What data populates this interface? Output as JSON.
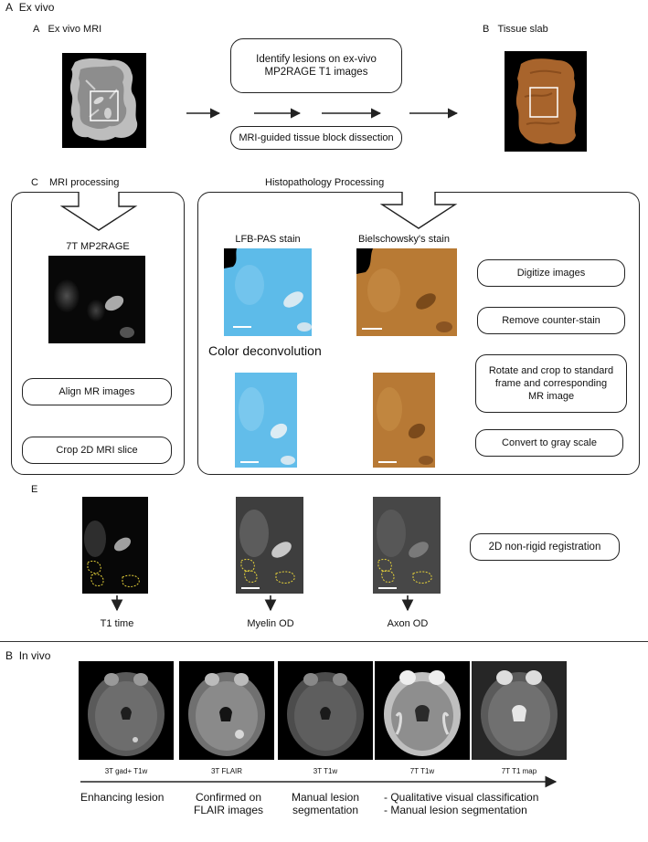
{
  "section_a": {
    "letter": "A",
    "title": "Ex vivo",
    "panel_a_letter": "A",
    "panel_a_title": "Ex vivo MRI",
    "panel_b_letter": "B",
    "panel_b_title": "Tissue slab",
    "step_identify": [
      "Identify lesions on ex-vivo",
      "MP2RAGE T1 images"
    ],
    "step_dissection": "MRI-guided tissue block dissection",
    "panel_c_letter": "C",
    "mri_processing_title": "MRI processing",
    "histo_processing_title": "Histopathology Processing",
    "mp2rage_label": "7T MP2RAGE",
    "lfb_label": "LFB-PAS stain",
    "biel_label": "Bielschowsky's stain",
    "color_deconvolution": "Color deconvolution",
    "mri_steps": [
      "Align MR images",
      "Crop 2D MRI slice"
    ],
    "histo_steps": {
      "digitize": "Digitize images",
      "remove": "Remove counter-stain",
      "rotate": [
        "Rotate and crop to standard",
        "frame and corresponding",
        "MR image"
      ],
      "gray": "Convert to gray scale"
    },
    "panel_e_letter": "E",
    "registration": "2D non-rigid registration",
    "outputs": [
      "T1 time",
      "Myelin OD",
      "Axon OD"
    ]
  },
  "section_b": {
    "letter": "B",
    "title": "In vivo",
    "scans": [
      "3T gad+ T1w",
      "3T FLAIR",
      "3T T1w",
      "7T T1w",
      "7T T1 map"
    ],
    "steps": {
      "enhancing": "Enhancing lesion",
      "confirmed": [
        "Confirmed on",
        "FLAIR images"
      ],
      "manual": [
        "Manual lesion",
        "segmentation"
      ],
      "bullets": [
        "- Qualitative visual classification",
        "- Manual lesion segmentation"
      ]
    }
  },
  "colors": {
    "line": "#222222",
    "lfb_blue": "#4fb3e6",
    "biel_brown": "#b8742f",
    "lesion_outline": "#e6d23a",
    "tissue_slab": "#a8642c"
  }
}
